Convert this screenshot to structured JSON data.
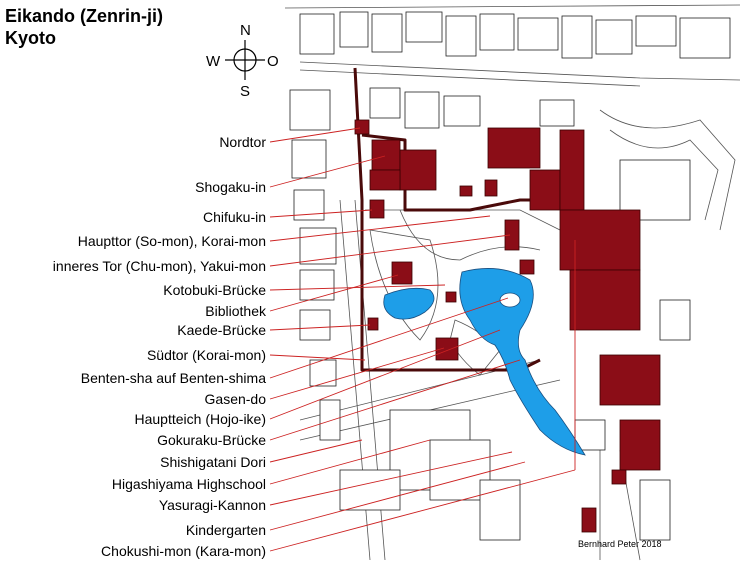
{
  "title": {
    "line1": "Eikando (Zenrin-ji)",
    "line2": "Kyoto"
  },
  "compass": {
    "north": "N",
    "south": "S",
    "west": "W",
    "east": "O",
    "icon": "compass-rose-icon"
  },
  "labels": [
    {
      "id": "nordtor",
      "text": "Nordtor"
    },
    {
      "id": "shogaku-in",
      "text": "Shogaku-in"
    },
    {
      "id": "chifuku-in",
      "text": "Chifuku-in"
    },
    {
      "id": "hauptttor",
      "text": "Haupttor (So-mon), Korai-mon"
    },
    {
      "id": "inneres-tor",
      "text": "inneres Tor (Chu-mon), Yakui-mon"
    },
    {
      "id": "kotobuki-bruecke",
      "text": "Kotobuki-Brücke"
    },
    {
      "id": "bibliothek",
      "text": "Bibliothek"
    },
    {
      "id": "kaede-bruecke",
      "text": "Kaede-Brücke"
    },
    {
      "id": "suedtor",
      "text": "Südtor (Korai-mon)"
    },
    {
      "id": "benten-sha",
      "text": "Benten-sha auf Benten-shima"
    },
    {
      "id": "gasen-do",
      "text": "Gasen-do"
    },
    {
      "id": "hauptteich",
      "text": "Hauptteich (Hojo-ike)"
    },
    {
      "id": "gokuraku-bruecke",
      "text": "Gokuraku-Brücke"
    },
    {
      "id": "shishigatani-dori",
      "text": "Shishigatani Dori"
    },
    {
      "id": "higashiyama-highschool",
      "text": "Higashiyama Highschool"
    },
    {
      "id": "yasuragi-kannon",
      "text": "Yasuragi-Kannon"
    },
    {
      "id": "kindergarten",
      "text": "Kindergarten"
    },
    {
      "id": "chokushi-mon",
      "text": "Chokushi-mon (Kara-mon)"
    }
  ],
  "credit": "Bernhard Peter 2018",
  "colors": {
    "temple": "#8b0d17",
    "pond": "#1e9ee8",
    "leader": "#cc2222",
    "wall": "#4a0a0a",
    "building_outline": "#222222"
  }
}
